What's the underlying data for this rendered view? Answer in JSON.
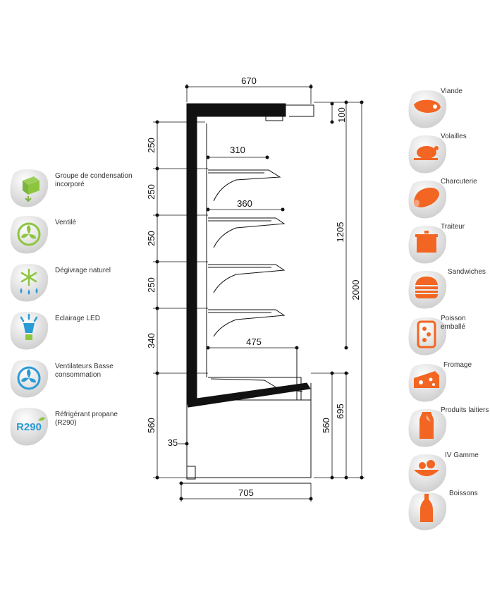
{
  "features": [
    {
      "label": "Groupe de condensation incorporé",
      "icon": "condensing-unit-icon"
    },
    {
      "label": "Ventilé",
      "icon": "fan-icon"
    },
    {
      "label": "Dégivrage naturel",
      "icon": "defrost-icon"
    },
    {
      "label": "Eclairage LED",
      "icon": "led-light-icon"
    },
    {
      "label": "Ventilateurs Basse consommation",
      "icon": "low-power-fan-icon"
    },
    {
      "label": "Réfrigérant propane (R290)",
      "icon": "r290-icon",
      "badge": "R290"
    }
  ],
  "products": [
    {
      "label": "Viande",
      "icon": "meat-icon"
    },
    {
      "label": "Volailles",
      "icon": "poultry-icon"
    },
    {
      "label": "Charcuterie",
      "icon": "sausage-icon"
    },
    {
      "label": "Traiteur",
      "icon": "cooking-pot-icon"
    },
    {
      "label": "Sandwiches",
      "icon": "sandwich-icon"
    },
    {
      "label": "Poisson emballé",
      "icon": "packaged-fish-icon"
    },
    {
      "label": "Fromage",
      "icon": "cheese-icon"
    },
    {
      "label": "Produits laitiers",
      "icon": "dairy-icon"
    },
    {
      "label": "IV Gamme",
      "icon": "salad-icon"
    },
    {
      "label": "Boissons",
      "icon": "bottle-icon"
    }
  ],
  "dimensions": {
    "top_width": "670",
    "top_height": "100",
    "shelf_spacing_1": "250",
    "shelf_spacing_2": "250",
    "shelf_spacing_3": "250",
    "shelf_spacing_4": "250",
    "lower_gap": "340",
    "base_height_left": "560",
    "shelf_depth_top": "310",
    "shelf_depth_mid": "360",
    "well_depth": "475",
    "upper_height": "1205",
    "total_height": "2000",
    "base_height_right": "560",
    "front_height": "695",
    "kick_offset": "35",
    "base_width": "705"
  },
  "colors": {
    "accent_green": "#8cc63f",
    "accent_blue": "#2b9bd6",
    "accent_orange": "#f26522",
    "line": "#111111"
  }
}
